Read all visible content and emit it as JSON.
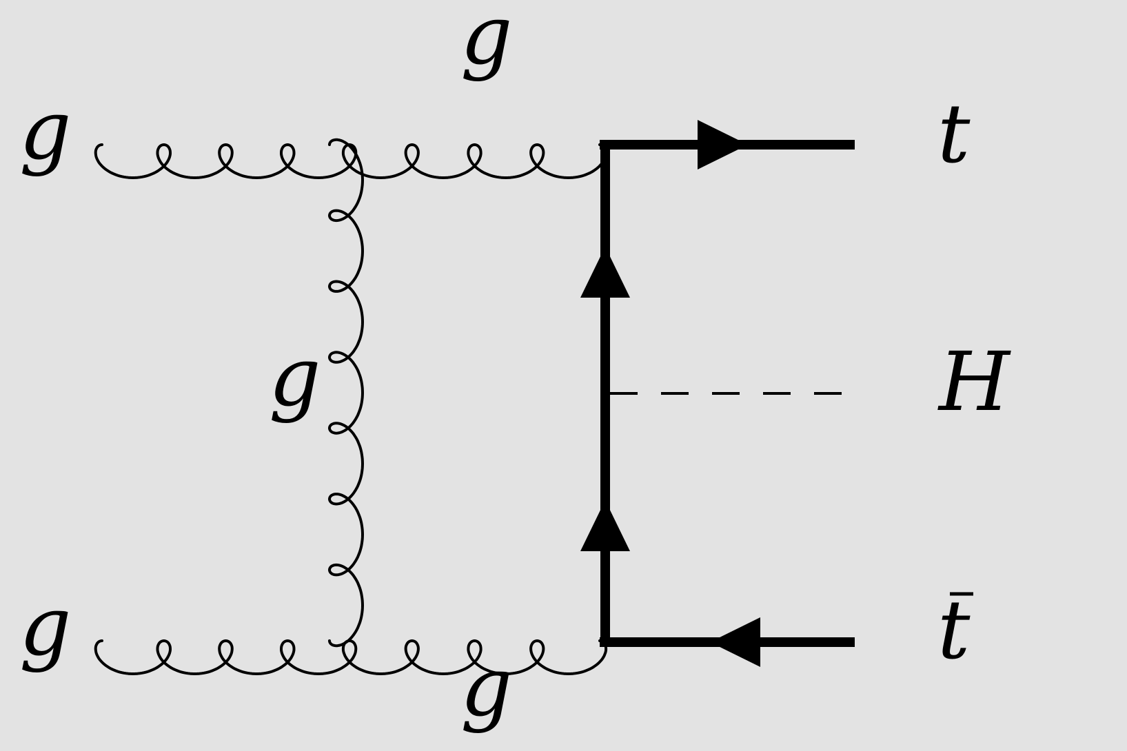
{
  "diagram": {
    "labels": {
      "gluon_in_top": "g",
      "gluon_in_bottom": "g",
      "gluon_top": "g",
      "gluon_bottom": "g",
      "gluon_exchange": "g",
      "top": "t",
      "higgs": "H",
      "antitop": "t"
    },
    "colors": {
      "background": "#e3e3e3",
      "ink": "#000000"
    }
  }
}
